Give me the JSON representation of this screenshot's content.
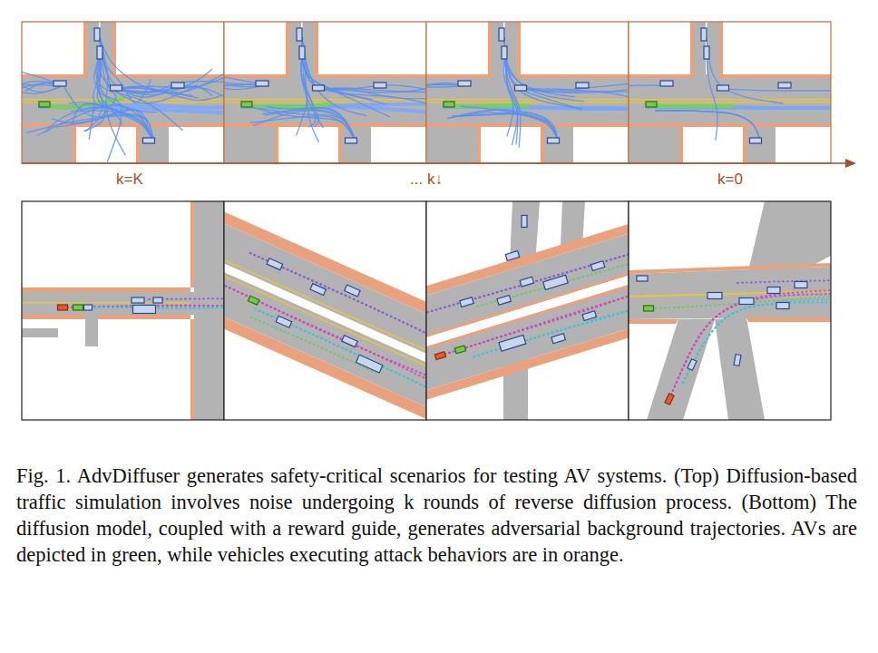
{
  "diagram": {
    "caption": "Fig. 1. AdvDiffuser generates safety-critical scenarios for testing AV systems. (Top) Diffusion-based traffic simulation involves noise undergoing k rounds of reverse diffusion process. (Bottom) The diffusion model, coupled with a reward guide, generates adversarial background trajectories. AVs are depicted in green, while vehicles executing attack behaviors are in orange.",
    "labels": [
      "k=K",
      "... k↓",
      "k=0"
    ]
  }
}
